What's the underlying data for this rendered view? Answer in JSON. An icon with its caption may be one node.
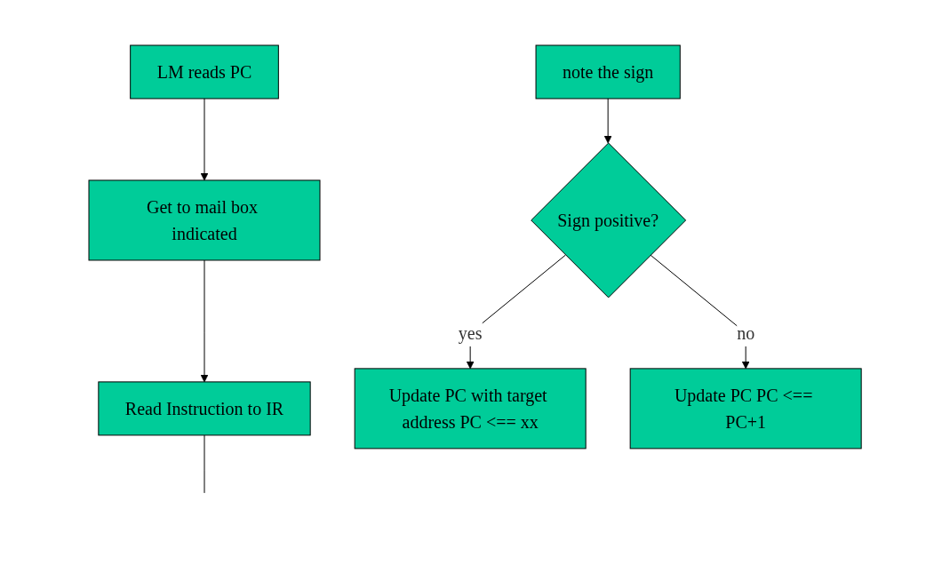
{
  "diagram": {
    "nodes": [
      {
        "text": [
          "LM reads PC"
        ]
      },
      {
        "text": [
          "Get to mail box indicated"
        ]
      },
      {
        "text": [
          "Read Instruction to IR"
        ]
      },
      {
        "text": [
          "note the sign"
        ]
      },
      {
        "text": [
          "Sign positive?"
        ]
      },
      {
        "text": [
          "Update PC with target address PC <== xx"
        ]
      },
      {
        "text": [
          "Update PC PC <== PC+1"
        ]
      }
    ],
    "edges": [
      {
        "from": 0,
        "to": 1,
        "arrow": "to"
      },
      {
        "from": 1,
        "to": 2,
        "arrow": "to"
      },
      {
        "from": 2,
        "to": null,
        "arrow": "none"
      },
      {
        "from": 3,
        "to": 4,
        "arrow": "to"
      },
      {
        "from": 4,
        "to": 5,
        "arrow": "to",
        "label": "yes"
      },
      {
        "from": 4,
        "to": 6,
        "arrow": "to",
        "label": "no"
      }
    ]
  }
}
